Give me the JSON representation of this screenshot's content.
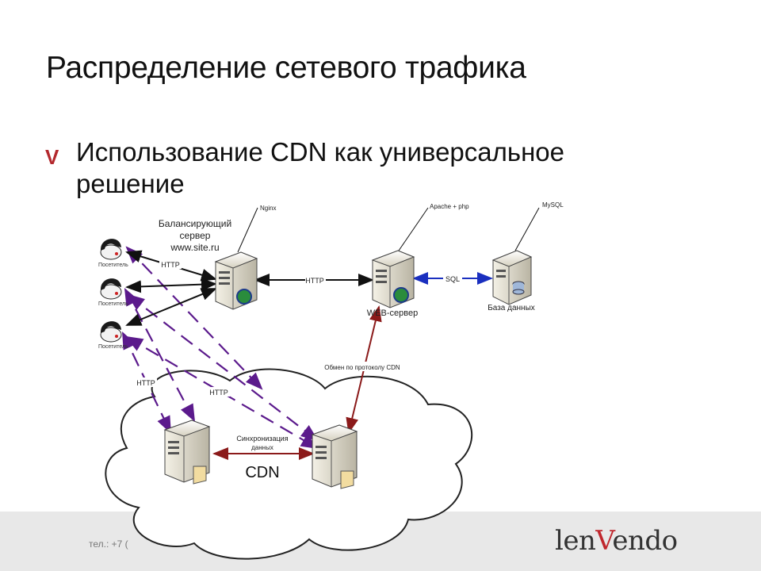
{
  "slide": {
    "title": "Распределение сетевого трафика",
    "bullet_marker": "V",
    "bullet_text": "Использование CDN как универсальное решение"
  },
  "diagram": {
    "visitor_label": "Посетитель",
    "balancer": {
      "software": "Nginx",
      "caption_line1": "Балансирующий",
      "caption_line2": "сервер",
      "caption_line3": "www.site.ru"
    },
    "web_server": {
      "software": "Apache + php",
      "caption": "WEB-сервер"
    },
    "database": {
      "software": "MySQL",
      "caption": "База данных"
    },
    "links": {
      "http_visitor_balancer": "HTTP",
      "http_balancer_web": "HTTP",
      "sql": "SQL",
      "cdn_exchange": "Обмен по протоколу CDN",
      "http_cdn_1": "HTTP",
      "http_cdn_2": "HTTP",
      "sync_line1": "Синхронизация",
      "sync_line2": "данных"
    },
    "cdn_label": "CDN",
    "colors": {
      "black_arrow": "#111111",
      "purple_dashed": "#5b1a8c",
      "dark_red": "#8b1a1a",
      "blue": "#1a2fbf"
    }
  },
  "footer": {
    "phone": "тел.: +7 (",
    "logo_part1": "len",
    "logo_v": "V",
    "logo_part2": "endo"
  }
}
